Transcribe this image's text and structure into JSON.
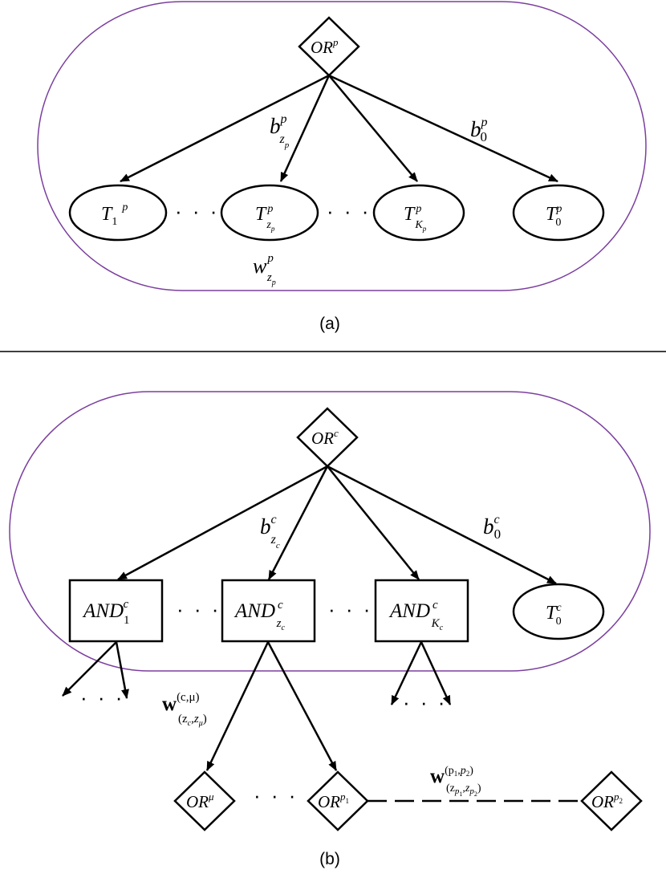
{
  "panel_a": {
    "caption": "(a)",
    "root": {
      "base": "OR",
      "sup": "p"
    },
    "edge_labels": {
      "b_zp": {
        "base": "b",
        "sup": "p",
        "sub": "z",
        "subsub": "p"
      },
      "b_0": {
        "base": "b",
        "sup": "p",
        "sub": "0"
      }
    },
    "weight_label": {
      "base": "w",
      "sup": "p",
      "sub": "z",
      "subsub": "p"
    },
    "nodes": [
      {
        "base": "T",
        "sup": "p",
        "sub": "1"
      },
      {
        "base": "T",
        "sup": "p",
        "sub": "z",
        "subsub": "p"
      },
      {
        "base": "T",
        "sup": "p",
        "sub": "K",
        "subsub": "p"
      },
      {
        "base": "T",
        "sup": "p",
        "sub": "0"
      }
    ],
    "ellipsis": "· · ·"
  },
  "panel_b": {
    "caption": "(b)",
    "root": {
      "base": "OR",
      "sup": "c"
    },
    "edge_labels": {
      "b_zc": {
        "base": "b",
        "sup": "c",
        "sub": "z",
        "subsub": "c"
      },
      "b_0": {
        "base": "b",
        "sup": "c",
        "sub": "0"
      }
    },
    "nodes": [
      {
        "base": "AND",
        "sup": "c",
        "sub": "1"
      },
      {
        "base": "AND",
        "sup": "c",
        "sub": "z",
        "subsub": "c"
      },
      {
        "base": "AND",
        "sup": "c",
        "sub": "K",
        "subsub": "c"
      },
      {
        "base": "T",
        "sup": "c",
        "sub": "0"
      }
    ],
    "weight_cmu": {
      "base": "w",
      "sup": "(c,μ)",
      "sub": "(z",
      "sub2": "c",
      "sub3": ",z",
      "sub4": "μ",
      "sub5": ")"
    },
    "weight_p1p2": {
      "base": "w",
      "sup": "(p",
      "sup_sub1": "1",
      "sup_mid": ",p",
      "sup_sub2": "2",
      "sup_end": ")",
      "sub": "(z",
      "sub_a": "p",
      "sub_a_sub": "1",
      "sub_mid": ",z",
      "sub_b": "p",
      "sub_b_sub": "2",
      "sub_end": ")"
    },
    "leaves": [
      {
        "base": "OR",
        "sup": "μ"
      },
      {
        "base": "OR",
        "sup": "p",
        "supsub": "1"
      },
      {
        "base": "OR",
        "sup": "p",
        "supsub": "2"
      }
    ],
    "ellipsis": "· · ·"
  },
  "colors": {
    "container": "#7b3f9e",
    "stroke": "#000000"
  }
}
